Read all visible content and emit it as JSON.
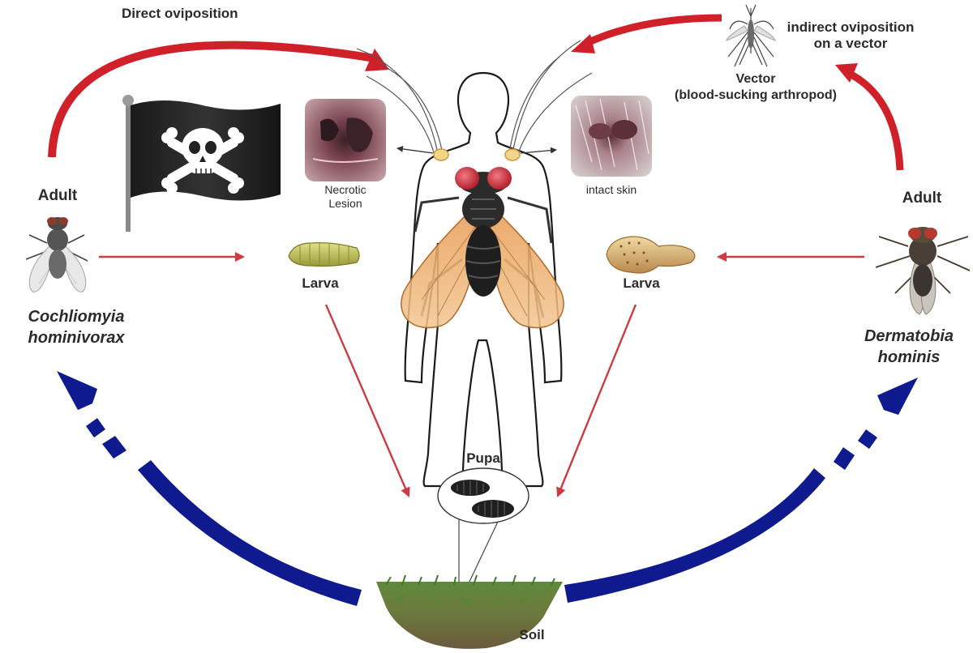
{
  "labels": {
    "direct_oviposition": "Direct oviposition",
    "indirect_oviposition_1": "indirect oviposition",
    "indirect_oviposition_2": "on a vector",
    "vector_1": "Vector",
    "vector_2": "(blood-sucking arthropod)",
    "adult_left": "Adult",
    "adult_right": "Adult",
    "species_left_1": "Cochliomyia",
    "species_left_2": "hominivorax",
    "species_right_1": "Dermatobia",
    "species_right_2": "hominis",
    "larva_left": "Larva",
    "larva_right": "Larva",
    "necrotic_1": "Necrotic",
    "necrotic_2": "Lesion",
    "intact_skin": "intact skin",
    "pupa": "Pupa",
    "soil": "Soil"
  },
  "icons": {
    "flag": "skull-and-crossbones-flag",
    "left_fly": "cochliomyia-adult-fly-icon",
    "right_fly": "dermatobia-adult-fly-icon",
    "mosquito": "mosquito-icon",
    "human": "human-body-outline-icon",
    "central_fly": "central-fly-icon"
  },
  "colors": {
    "oviposition_arrow": "#d0202a",
    "larva_arrow": "#cc3b42",
    "return_arrow": "#0f1a8e",
    "text": "#2b2b2b"
  }
}
